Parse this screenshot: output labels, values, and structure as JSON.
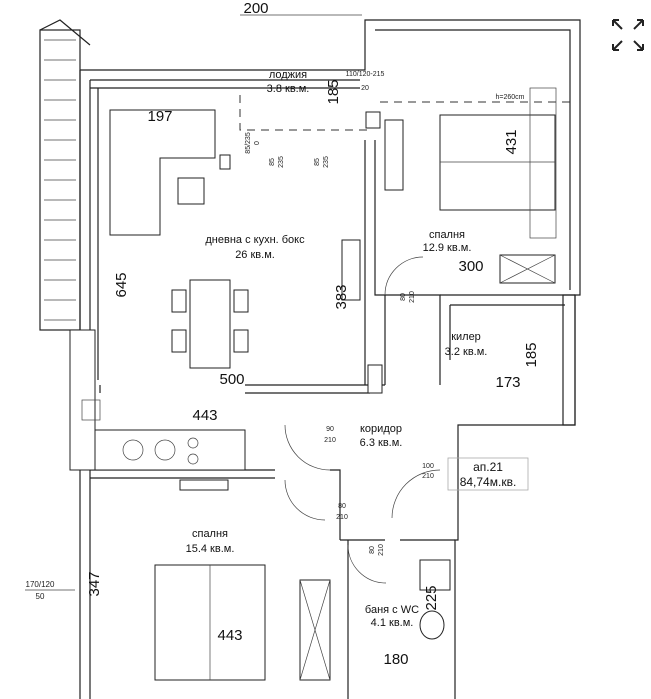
{
  "apartment": {
    "number": "ап.21",
    "area": "84,74м.кв."
  },
  "rooms": {
    "loggia": {
      "name": "лоджия",
      "area": "3.8 кв.м."
    },
    "bedroom1": {
      "name": "спалня",
      "area": "12.9 кв.м."
    },
    "living": {
      "name": "дневна с кухн. бокс",
      "area": "26 кв.м."
    },
    "closet": {
      "name": "килер",
      "area": "3.2 кв.м."
    },
    "corridor": {
      "name": "коридор",
      "area": "6.3 кв.м."
    },
    "bedroom2": {
      "name": "спалня",
      "area": "15.4 кв.м."
    },
    "bathroom": {
      "name": "баня с WC",
      "area": "4.1 кв.м."
    }
  },
  "dimensions": {
    "top_200": "200",
    "loggia_185": "185",
    "sofa_197": "197",
    "bed1_431": "431",
    "bed1_300": "300",
    "living_645": "645",
    "living_383": "383",
    "closet_185": "185",
    "living_500": "500",
    "closet_173": "173",
    "kitchen_443": "443",
    "bed2_347": "347",
    "bath_225": "225",
    "bed2_443": "443",
    "bath_180": "180"
  },
  "openings": {
    "window_loggia": {
      "top": "110/120-215",
      "bottom": "20"
    },
    "ceiling": "h=260cm",
    "loggia_door": {
      "top": "85/235",
      "bottom": "0"
    },
    "door_a": {
      "top": "85",
      "bottom": "235"
    },
    "door_b": {
      "top": "85",
      "bottom": "235"
    },
    "door_bed1": {
      "top": "80",
      "bottom": "210"
    },
    "door_living": {
      "top": "90",
      "bottom": "210"
    },
    "door_entry": {
      "top": "100",
      "bottom": "210"
    },
    "door_bed2": {
      "top": "80",
      "bottom": "210"
    },
    "door_bath": {
      "top": "80",
      "bottom": "210"
    },
    "window_bed2": {
      "top": "170/120",
      "bottom": "50"
    }
  },
  "icons": {
    "expand": "expand-arrows-icon"
  }
}
